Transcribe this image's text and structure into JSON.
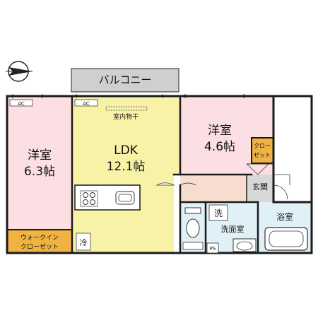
{
  "compass": {
    "icon": "north-arrow-icon"
  },
  "balcony": {
    "label": "バルコニー"
  },
  "ac_labels": [
    "AC",
    "AC"
  ],
  "indoor_drying": {
    "label": "室内物干"
  },
  "rooms": {
    "western_left": {
      "name": "洋室",
      "size": "6.3帖"
    },
    "ldk": {
      "name": "LDK",
      "size": "12.1帖"
    },
    "western_right": {
      "name": "洋室",
      "size": "4.6帖"
    }
  },
  "closet": {
    "line1": "クロー",
    "line2": "ゼット"
  },
  "walkin_closet": {
    "line1": "ウォークイン",
    "line2": "クローゼット"
  },
  "entrance": {
    "label": "玄関"
  },
  "washroom": {
    "label": "洗面室",
    "washer_symbol": "洗"
  },
  "bathroom": {
    "label": "浴室"
  },
  "fridge": {
    "symbol": "冷"
  },
  "pipe_space": {
    "label": "PS"
  },
  "colors": {
    "ldk_fill": "#f7f2a6",
    "bedroom_fill": "#fbdfe3",
    "closet_fill": "#efb243",
    "wet_fill": "#dff0f6",
    "entrance_fill": "#f6ddd0",
    "balcony_fill": "#cfcfcf",
    "wall": "#1a1a1a"
  }
}
